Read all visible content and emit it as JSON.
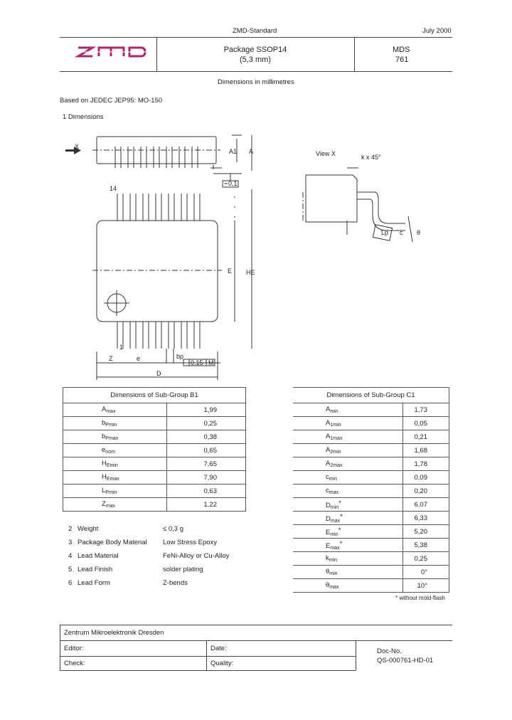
{
  "header": {
    "standard": "ZMD-Standard",
    "date": "July 2000",
    "logo_text": "zmd",
    "package_title": "Package SSOP14",
    "package_sub": "(5,3 mm)",
    "mds_label": "MDS",
    "mds_number": "761",
    "colors": {
      "logo": "#b0266a"
    }
  },
  "intro": {
    "units": "Dimensions in millimetres",
    "based_on": "Based on JEDEC JEP95: MO-150",
    "section": "1   Dimensions"
  },
  "drawing": {
    "labels": {
      "x": "X",
      "a1": "A1",
      "a": "A",
      "pin14": "14",
      "pin1": "1",
      "tol_01": "0,1",
      "e_label": "E",
      "he_label": "HE",
      "z": "Z",
      "e_pitch": "e",
      "bp": "bp",
      "tol_015": "0,15",
      "m": "M",
      "d": "D",
      "view_x": "View X",
      "k45": "k x 45°",
      "lp": "Lp",
      "c": "c",
      "theta": "θ"
    }
  },
  "table_b1": {
    "title": "Dimensions of Sub-Group B1",
    "rows": [
      {
        "sym": "A",
        "sub": "max",
        "val": "1,99"
      },
      {
        "sym": "b",
        "sub": "Pmin",
        "val": "0,25"
      },
      {
        "sym": "b",
        "sub": "Pmax",
        "val": "0,38"
      },
      {
        "sym": "e",
        "sub": "nom",
        "val": "0,65"
      },
      {
        "sym": "H",
        "sub": "Emin",
        "val": "7,65"
      },
      {
        "sym": "H",
        "sub": "Emax",
        "val": "7,90"
      },
      {
        "sym": "L",
        "sub": "Pmin",
        "val": "0,63"
      },
      {
        "sym": "Z",
        "sub": "max",
        "val": "1,22"
      }
    ]
  },
  "table_c1": {
    "title": "Dimensions of Sub-Group C1",
    "rows": [
      {
        "sym": "A",
        "sub": "min",
        "val": "1,73"
      },
      {
        "sym": "A",
        "sub": "1min",
        "val": "0,05"
      },
      {
        "sym": "A",
        "sub": "1max",
        "val": "0,21"
      },
      {
        "sym": "A",
        "sub": "2min",
        "val": "1,68"
      },
      {
        "sym": "A",
        "sub": "2max",
        "val": "1,78"
      },
      {
        "sym": "c",
        "sub": "min",
        "val": "0,09"
      },
      {
        "sym": "c",
        "sub": "max",
        "val": "0,20"
      },
      {
        "sym": "D",
        "sub": "min",
        "val": "6,07",
        "star": "*"
      },
      {
        "sym": "D",
        "sub": "max",
        "val": "6,33",
        "star": "*"
      },
      {
        "sym": "E",
        "sub": "min",
        "val": "5,20",
        "star": "*"
      },
      {
        "sym": "E",
        "sub": "max",
        "val": "5,38",
        "star": "*"
      },
      {
        "sym": "k",
        "sub": "min",
        "val": "0,25"
      },
      {
        "sym": "θ",
        "sub": "min",
        "val": "0°"
      },
      {
        "sym": "θ",
        "sub": "max",
        "val": "10°"
      }
    ],
    "footnote": "* without mold-flash"
  },
  "properties": [
    {
      "num": "2",
      "name": "Weight",
      "value": "≤ 0,3 g"
    },
    {
      "num": "3",
      "name": "Package Body Material",
      "value": "Low Stress Epoxy"
    },
    {
      "num": "4",
      "name": "Lead Material",
      "value": "FeNi-Alloy or Cu-Alloy"
    },
    {
      "num": "5",
      "name": "Lead Finish",
      "value": "solder plating"
    },
    {
      "num": "6",
      "name": "Lead Form",
      "value": "Z-bends"
    }
  ],
  "footer": {
    "company": "Zentrum Mikroelektronik Dresden",
    "editor": "Editor:",
    "date": "Date:",
    "check": "Check:",
    "quality": "Quality:",
    "doc_label": "Doc-No.",
    "doc_no": "QS-000761-HD-01"
  }
}
